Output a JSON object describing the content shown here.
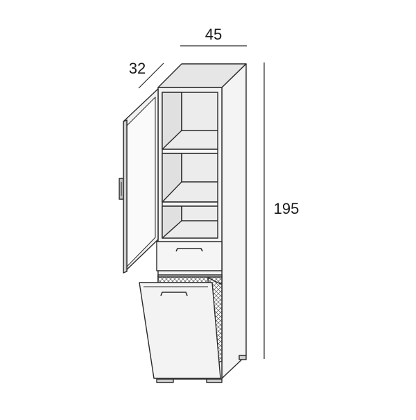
{
  "dimensions": {
    "width": "45",
    "depth": "32",
    "height": "195"
  },
  "colors": {
    "line": "#2a2a2a",
    "panel": "#f2f2f2",
    "shade": "#dcdcdc",
    "interior": "#e9e9e9",
    "dark": "#9a9a9a"
  }
}
